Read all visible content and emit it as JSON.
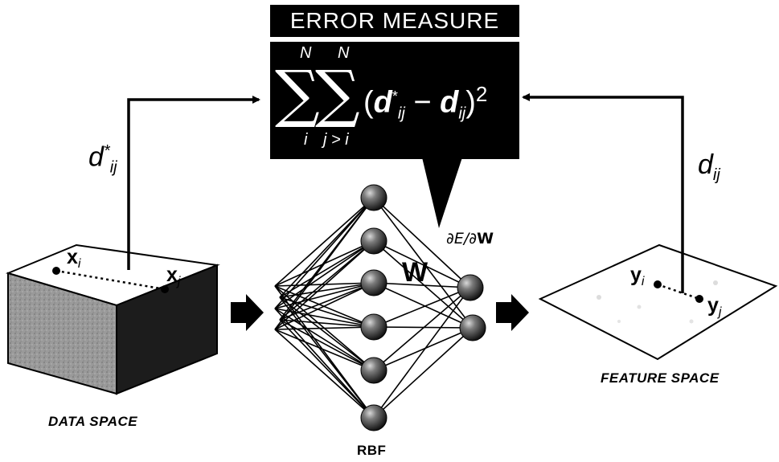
{
  "error_measure": {
    "title": "ERROR MEASURE",
    "upper_bound_i": "N",
    "lower_bound_i": "i",
    "upper_bound_j": "N",
    "lower_bound_j": "j > i",
    "expr_open": "(",
    "d_star": "d",
    "d_star_sub": "ij",
    "d_star_sup": "*",
    "minus": "−",
    "d": "d",
    "d_sub": "ij",
    "expr_close": ")",
    "power": "2"
  },
  "left_distance": {
    "symbol": "d",
    "sub": "ij",
    "sup": "*"
  },
  "right_distance": {
    "symbol": "d",
    "sub": "ij"
  },
  "data_space": {
    "caption": "DATA SPACE",
    "point_i": "x",
    "point_i_sub": "i",
    "point_j": "x",
    "point_j_sub": "j"
  },
  "feature_space": {
    "caption": "FEATURE SPACE",
    "point_i": "y",
    "point_i_sub": "i",
    "point_j": "y",
    "point_j_sub": "j"
  },
  "network": {
    "caption": "RBF",
    "weights": "W",
    "gradient": "∂E/∂",
    "gradient_w": "W"
  },
  "colors": {
    "ink": "#000000",
    "node_dark": "#1a1a1a",
    "node_light": "#bdbdbd",
    "box_front": "#8a8a8a",
    "box_side": "#1c1c1c"
  }
}
